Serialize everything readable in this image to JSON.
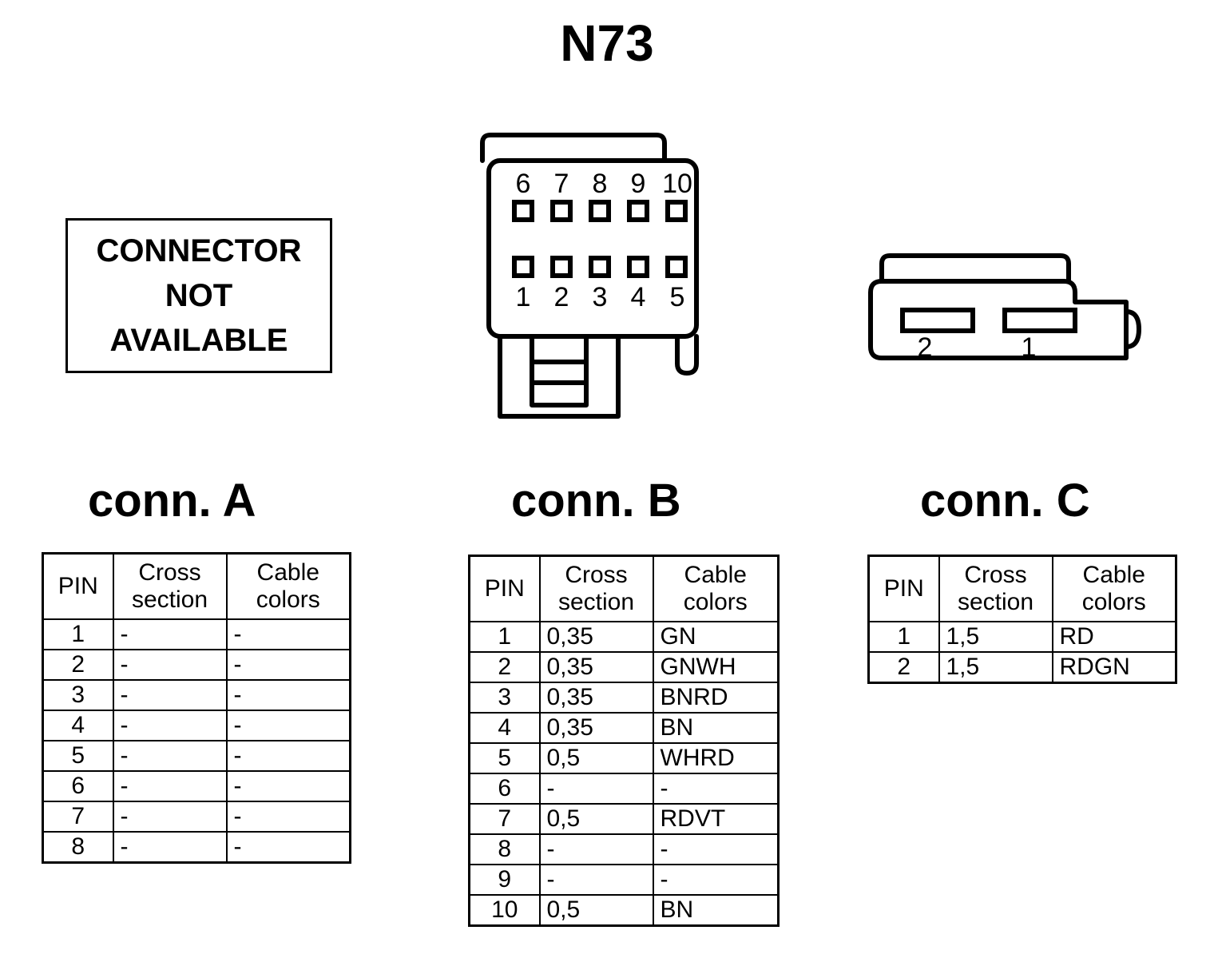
{
  "title": "N73",
  "connector_a": {
    "heading": "conn. A",
    "notice_lines": [
      "CONNECTOR",
      "NOT",
      "AVAILABLE"
    ],
    "table": {
      "headers": {
        "pin": "PIN",
        "cross_section_l1": "Cross",
        "cross_section_l2": "section",
        "cable_colors_l1": "Cable",
        "cable_colors_l2": "colors"
      },
      "rows": [
        {
          "pin": "1",
          "cross_section": "-",
          "cable_colors": "-"
        },
        {
          "pin": "2",
          "cross_section": "-",
          "cable_colors": "-"
        },
        {
          "pin": "3",
          "cross_section": "-",
          "cable_colors": "-"
        },
        {
          "pin": "4",
          "cross_section": "-",
          "cable_colors": "-"
        },
        {
          "pin": "5",
          "cross_section": "-",
          "cable_colors": "-"
        },
        {
          "pin": "6",
          "cross_section": "-",
          "cable_colors": "-"
        },
        {
          "pin": "7",
          "cross_section": "-",
          "cable_colors": "-"
        },
        {
          "pin": "8",
          "cross_section": "-",
          "cable_colors": "-"
        }
      ]
    }
  },
  "connector_b": {
    "heading": "conn. B",
    "pin_labels_top": [
      "6",
      "7",
      "8",
      "9",
      "10"
    ],
    "pin_labels_bottom": [
      "1",
      "2",
      "3",
      "4",
      "5"
    ],
    "table": {
      "headers": {
        "pin": "PIN",
        "cross_section_l1": "Cross",
        "cross_section_l2": "section",
        "cable_colors_l1": "Cable",
        "cable_colors_l2": "colors"
      },
      "rows": [
        {
          "pin": "1",
          "cross_section": "0,35",
          "cable_colors": "GN"
        },
        {
          "pin": "2",
          "cross_section": "0,35",
          "cable_colors": "GNWH"
        },
        {
          "pin": "3",
          "cross_section": "0,35",
          "cable_colors": "BNRD"
        },
        {
          "pin": "4",
          "cross_section": "0,35",
          "cable_colors": "BN"
        },
        {
          "pin": "5",
          "cross_section": "0,5",
          "cable_colors": "WHRD"
        },
        {
          "pin": "6",
          "cross_section": "-",
          "cable_colors": "-"
        },
        {
          "pin": "7",
          "cross_section": "0,5",
          "cable_colors": "RDVT"
        },
        {
          "pin": "8",
          "cross_section": "-",
          "cable_colors": "-"
        },
        {
          "pin": "9",
          "cross_section": "-",
          "cable_colors": "-"
        },
        {
          "pin": "10",
          "cross_section": "0,5",
          "cable_colors": "BN"
        }
      ]
    }
  },
  "connector_c": {
    "heading": "conn. C",
    "pin_labels": [
      "2",
      "1"
    ],
    "table": {
      "headers": {
        "pin": "PIN",
        "cross_section_l1": "Cross",
        "cross_section_l2": "section",
        "cable_colors_l1": "Cable",
        "cable_colors_l2": "colors"
      },
      "rows": [
        {
          "pin": "1",
          "cross_section": "1,5",
          "cable_colors": "RD"
        },
        {
          "pin": "2",
          "cross_section": "1,5",
          "cable_colors": "RDGN"
        }
      ]
    }
  },
  "colors": {
    "line": "#000000",
    "background": "#ffffff"
  }
}
